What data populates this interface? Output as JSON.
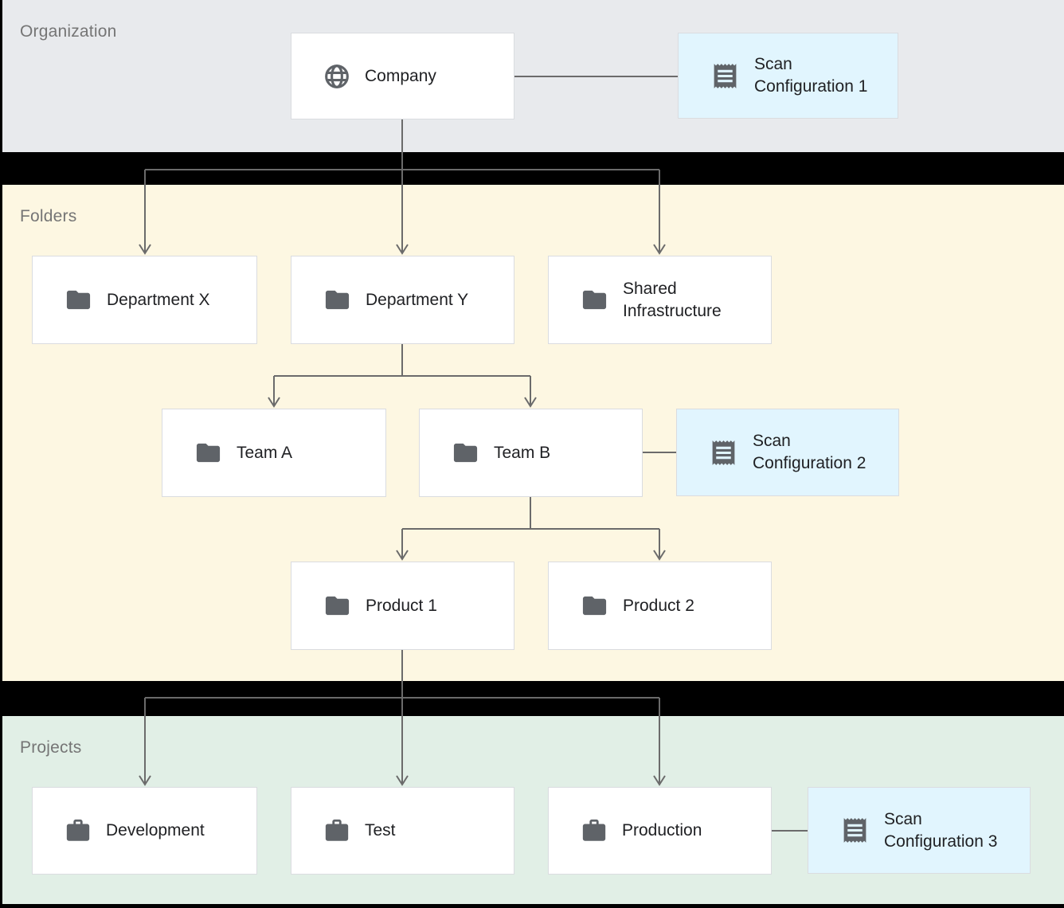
{
  "bands": {
    "organization": {
      "label": "Organization"
    },
    "folders": {
      "label": "Folders"
    },
    "projects": {
      "label": "Projects"
    }
  },
  "nodes": {
    "company": {
      "label": "Company",
      "icon": "globe-icon"
    },
    "scan_config_1": {
      "label": "Scan Configuration 1",
      "icon": "receipt-icon"
    },
    "department_x": {
      "label": "Department X",
      "icon": "folder-icon"
    },
    "department_y": {
      "label": "Department Y",
      "icon": "folder-icon"
    },
    "shared_infrastructure": {
      "label": "Shared Infrastructure",
      "icon": "folder-icon"
    },
    "team_a": {
      "label": "Team A",
      "icon": "folder-icon"
    },
    "team_b": {
      "label": "Team B",
      "icon": "folder-icon"
    },
    "scan_config_2": {
      "label": "Scan Configuration 2",
      "icon": "receipt-icon"
    },
    "product_1": {
      "label": "Product 1",
      "icon": "folder-icon"
    },
    "product_2": {
      "label": "Product 2",
      "icon": "folder-icon"
    },
    "development": {
      "label": "Development",
      "icon": "briefcase-icon"
    },
    "test": {
      "label": "Test",
      "icon": "briefcase-icon"
    },
    "production": {
      "label": "Production",
      "icon": "briefcase-icon"
    },
    "scan_config_3": {
      "label": "Scan Configuration 3",
      "icon": "receipt-icon"
    }
  },
  "edges": {
    "hierarchy": [
      {
        "from": "company",
        "to": [
          "department_x",
          "department_y",
          "shared_infrastructure"
        ]
      },
      {
        "from": "department_y",
        "to": [
          "team_a",
          "team_b"
        ]
      },
      {
        "from": "team_b",
        "to": [
          "product_1",
          "product_2"
        ]
      },
      {
        "from": "product_1",
        "to": [
          "development",
          "test",
          "production"
        ]
      }
    ],
    "associations": [
      {
        "from": "company",
        "to": "scan_config_1"
      },
      {
        "from": "team_b",
        "to": "scan_config_2"
      },
      {
        "from": "production",
        "to": "scan_config_3"
      }
    ]
  },
  "colors": {
    "band-organization": "#e8eaed",
    "band-folders": "#fdf7e2",
    "band-projects": "#e1efe6",
    "scan-config-bg": "#e1f5fe",
    "node-bg": "#ffffff",
    "node-border": "#dadce0",
    "connector": "#6b6b6b",
    "icon": "#5f6368",
    "label-text": "#202124",
    "band-label-text": "#757575",
    "backdrop": "#000000"
  }
}
